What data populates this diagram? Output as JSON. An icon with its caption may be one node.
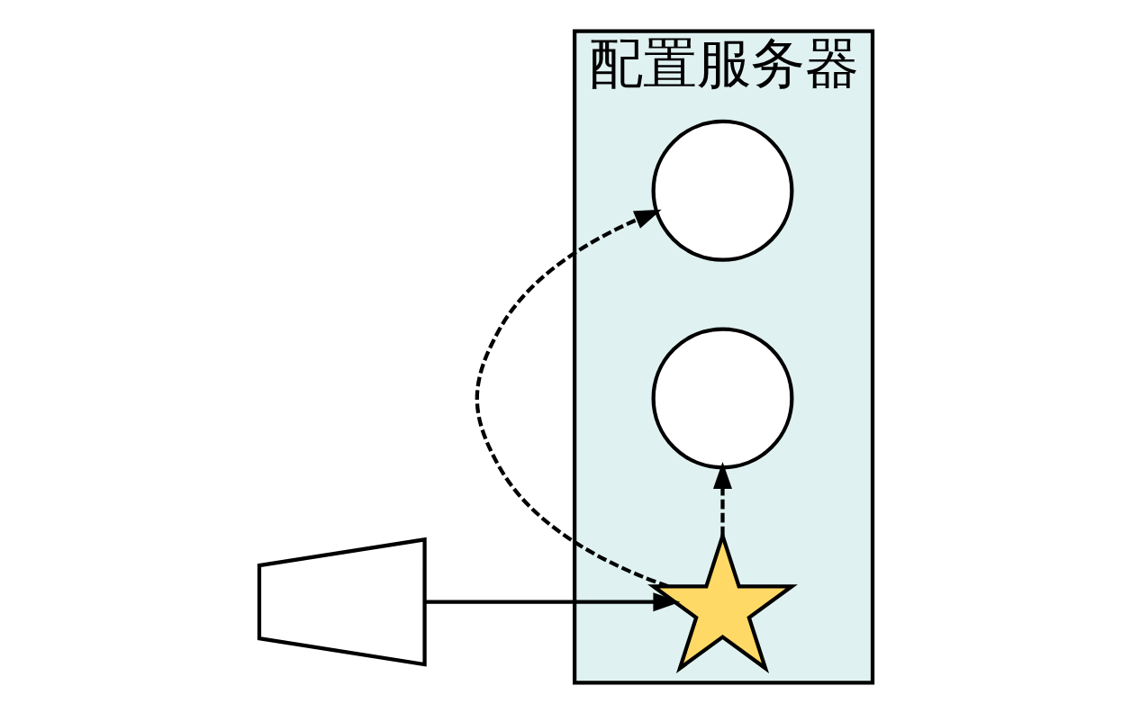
{
  "diagram": {
    "nodes": [
      {
        "text": [
          "配置服务器"
        ]
      },
      {
        "text": [],
        "shape": "trapezium"
      },
      {
        "text": [],
        "shape": "star",
        "in": 0
      },
      {
        "text": [],
        "shape": "circle",
        "in": 0
      },
      {
        "text": [],
        "shape": "circle",
        "in": 0
      }
    ],
    "edges": [
      {
        "from": 1,
        "to": 2,
        "arrow": "to"
      },
      {
        "from": 2,
        "to": 3,
        "arrow": "to",
        "style": "dashed"
      },
      {
        "from": 2,
        "to": 4,
        "arrow": "to",
        "style": "dashed"
      }
    ]
  }
}
